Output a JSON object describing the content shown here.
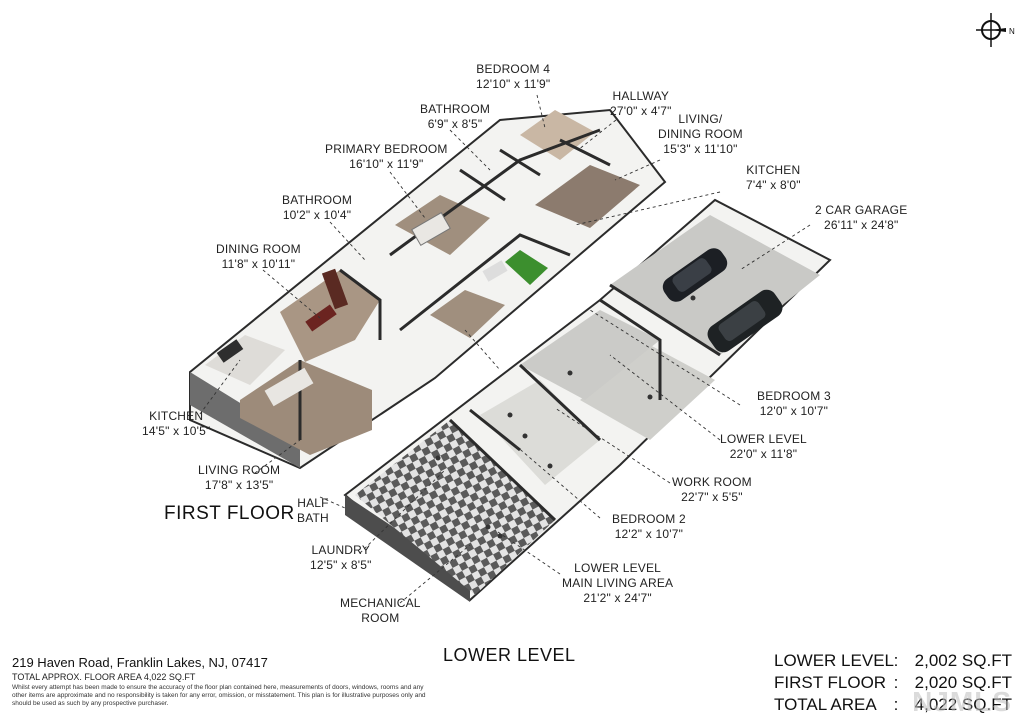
{
  "compass": {
    "icon": "compass-icon",
    "letter": "N"
  },
  "floors": {
    "first_floor": "FIRST FLOOR",
    "lower_level": "LOWER LEVEL"
  },
  "rooms": {
    "bedroom4": {
      "name": "BEDROOM 4",
      "dims": "12'10\" x 11'9\""
    },
    "hallway": {
      "name": "HALLWAY",
      "dims": "27'0\" x 4'7\""
    },
    "bathroom_upper": {
      "name": "BATHROOM",
      "dims": "6'9\" x 8'5\""
    },
    "living_dining": {
      "name": "LIVING/",
      "name2": "DINING ROOM",
      "dims": "15'3\" x 11'10\""
    },
    "primary_bedroom": {
      "name": "PRIMARY BEDROOM",
      "dims": "16'10\" x 11'9\""
    },
    "kitchen_lower": {
      "name": "KITCHEN",
      "dims": "7'4\" x 8'0\""
    },
    "bathroom_first": {
      "name": "BATHROOM",
      "dims": "10'2\" x 10'4\""
    },
    "garage": {
      "name": "2 CAR GARAGE",
      "dims": "26'11\" x 24'8\""
    },
    "dining_room": {
      "name": "DINING ROOM",
      "dims": "11'8\" x 10'11\""
    },
    "bedroom3": {
      "name": "BEDROOM 3",
      "dims": "12'0\" x 10'7\""
    },
    "kitchen_first": {
      "name": "KITCHEN",
      "dims": "14'5\" x 10'5\""
    },
    "lower_level_room": {
      "name": "LOWER LEVEL",
      "dims": "22'0\" x 11'8\""
    },
    "living_room": {
      "name": "LIVING ROOM",
      "dims": "17'8\" x 13'5\""
    },
    "work_room": {
      "name": "WORK ROOM",
      "dims": "22'7\" x 5'5\""
    },
    "half_bath": {
      "name": "HALF",
      "name2": "BATH"
    },
    "bedroom2": {
      "name": "BEDROOM 2",
      "dims": "12'2\" x 10'7\""
    },
    "laundry": {
      "name": "LAUNDRY",
      "dims": "12'5\" x 8'5\""
    },
    "lower_main": {
      "name": "LOWER LEVEL",
      "name2": "MAIN LIVING AREA",
      "dims": "21'2\" x 24'7\""
    },
    "mechanical": {
      "name": "MECHANICAL",
      "name2": "ROOM"
    }
  },
  "footer": {
    "address": "219 Haven Road, Franklin Lakes, NJ, 07417",
    "total_approx": "TOTAL APPROX. FLOOR AREA 4,022 SQ.FT",
    "disclaimer": "Whilst every attempt has been made to ensure the accuracy of the floor plan contained here, measurements of doors, windows, rooms and any other items are approximate and no responsibility is taken for any error, omission, or misstatement. This plan is for illustrative purposes only and should be used as such by any prospective purchaser."
  },
  "areas": [
    {
      "label": "LOWER LEVEL",
      "value": "2,002 SQ.FT"
    },
    {
      "label": "FIRST FLOOR",
      "value": "2,020 SQ.FT"
    },
    {
      "label": "TOTAL AREA",
      "value": "4,022 SQ.FT"
    }
  ],
  "watermark": "NJMLS",
  "colors": {
    "wall_top": "#2b2b2b",
    "floor_wood": "#9a8a7c",
    "floor_gray": "#cfcfcc",
    "tile_dark": "#555555",
    "grass": "#3c8f2e"
  }
}
